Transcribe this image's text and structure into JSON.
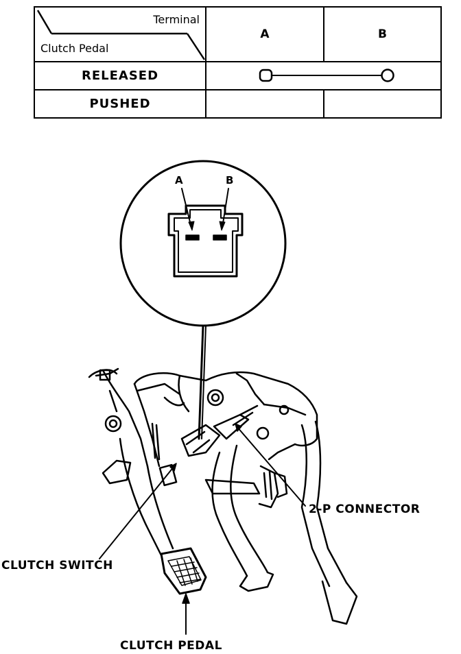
{
  "table": {
    "header_terminal": "Terminal",
    "header_row_label": "Clutch Pedal",
    "columns": [
      "A",
      "B"
    ],
    "rows": [
      {
        "label": "RELEASED",
        "continuity": true
      },
      {
        "label": "PUSHED",
        "continuity": false
      }
    ]
  },
  "connector_view": {
    "pin_a": "A",
    "pin_b": "B"
  },
  "callouts": {
    "connector": "2-P CONNECTOR",
    "switch": "CLUTCH SWITCH",
    "pedal": "CLUTCH PEDAL"
  }
}
